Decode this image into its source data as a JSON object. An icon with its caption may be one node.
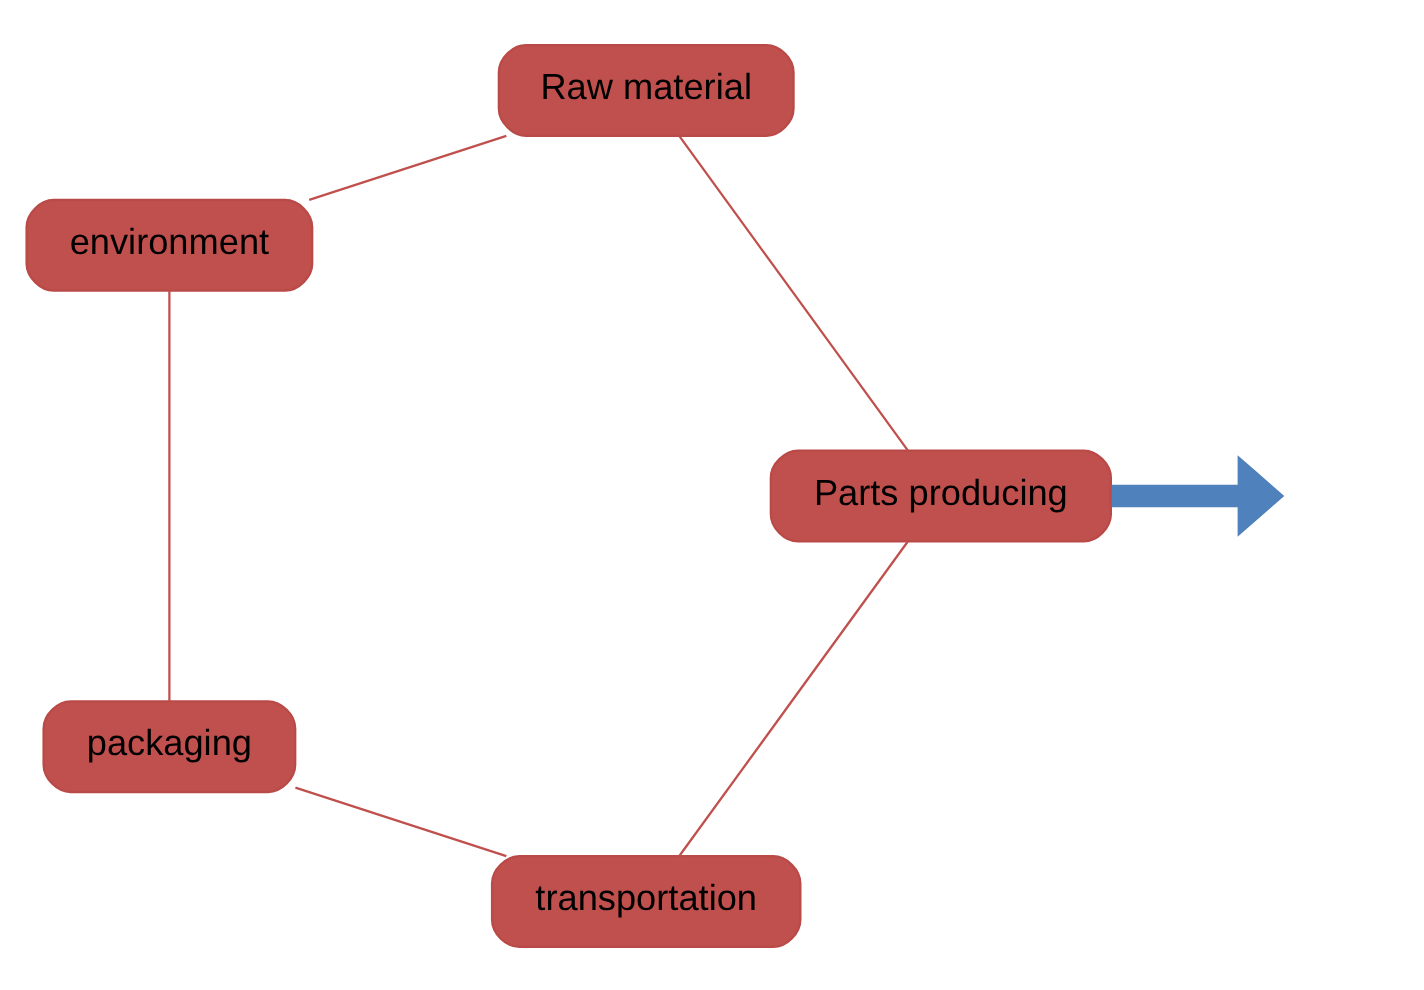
{
  "diagram": {
    "nodes": [
      {
        "text": [
          "Raw material"
        ]
      },
      {
        "text": [
          "Parts producing"
        ]
      },
      {
        "text": [
          "transportation"
        ]
      },
      {
        "text": [
          "packaging"
        ]
      },
      {
        "text": [
          "environment"
        ]
      }
    ],
    "edges": [
      {
        "from": 0,
        "to": 1,
        "arrow": "none"
      },
      {
        "from": 1,
        "to": 2,
        "arrow": "none"
      },
      {
        "from": 2,
        "to": 3,
        "arrow": "none"
      },
      {
        "from": 3,
        "to": 4,
        "arrow": "none"
      },
      {
        "from": 4,
        "to": 0,
        "arrow": "none"
      },
      {
        "from": 1,
        "to": null,
        "arrow": "to",
        "style": "thick",
        "color": "#4f81bd"
      }
    ]
  }
}
